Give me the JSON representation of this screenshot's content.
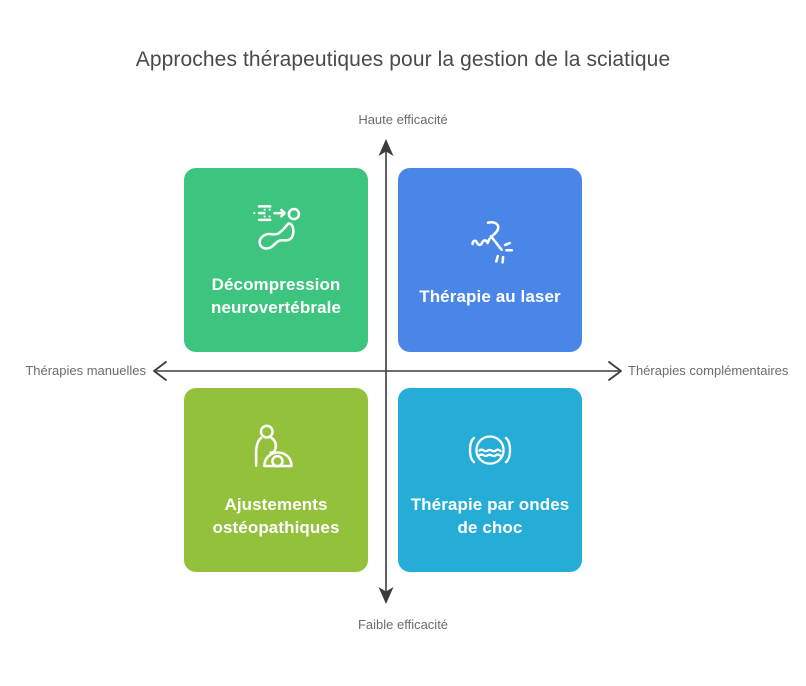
{
  "chart_data": {
    "type": "quadrant-matrix",
    "title": "Approches thérapeutiques pour la gestion de la sciatique",
    "xlabel_left": "Thérapies manuelles",
    "xlabel_right": "Thérapies complémentaires",
    "ylabel_top": "Haute efficacité",
    "ylabel_bottom": "Faible efficacité",
    "axis_color": "#3c3c3c",
    "grid": false,
    "legend": "none",
    "quadrants": [
      {
        "position": "top-left",
        "label": "Décompression neurovertébrale",
        "x": "Thérapies manuelles",
        "y": "Haute efficacité",
        "color": "#3dc47e",
        "icon": "spine-decompression-icon"
      },
      {
        "position": "top-right",
        "label": "Thérapie au laser",
        "x": "Thérapies complémentaires",
        "y": "Haute efficacité",
        "color": "#4a86e8",
        "icon": "laser-beam-icon"
      },
      {
        "position": "bottom-left",
        "label": "Ajustements ostéopathiques",
        "x": "Thérapies manuelles",
        "y": "Faible efficacité",
        "color": "#93c13c",
        "icon": "osteopathic-adjustment-icon"
      },
      {
        "position": "bottom-right",
        "label": "Thérapie par ondes de choc",
        "x": "Thérapies complémentaires",
        "y": "Faible efficacité",
        "color": "#25add8",
        "icon": "shockwave-icon"
      }
    ]
  },
  "diagram": {
    "title": "Approches thérapeutiques pour la gestion de la sciatique",
    "axis": {
      "top_label": "Haute efficacité",
      "bottom_label": "Faible efficacité",
      "left_label": "Thérapies manuelles",
      "right_label": "Thérapies complémentaires"
    },
    "cards": {
      "top_left": {
        "label": "Décompression neurovertébrale"
      },
      "top_right": {
        "label": "Thérapie au laser"
      },
      "bottom_left": {
        "label": "Ajustements ostéopathiques"
      },
      "bottom_right": {
        "label": "Thérapie par ondes de choc"
      }
    }
  }
}
